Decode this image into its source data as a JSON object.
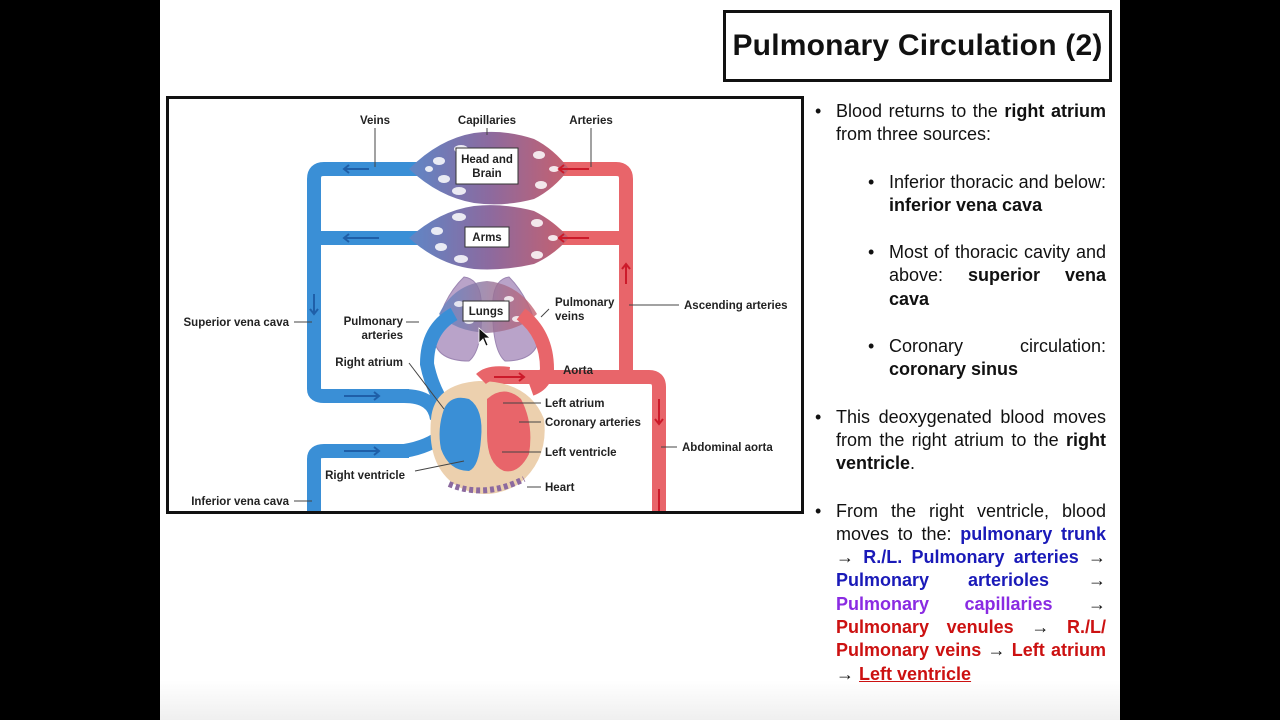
{
  "slide": {
    "title": "Pulmonary Circulation (2)",
    "figure": {
      "labels": {
        "veins": "Veins",
        "capillaries": "Capillaries",
        "arteries": "Arteries",
        "head_and_brain_1": "Head and",
        "head_and_brain_2": "Brain",
        "arms": "Arms",
        "lungs": "Lungs",
        "superior_vena_cava": "Superior vena cava",
        "pulmonary_arteries_1": "Pulmonary",
        "pulmonary_arteries_2": "arteries",
        "pulmonary_veins_1": "Pulmonary",
        "pulmonary_veins_2": "veins",
        "ascending_arteries": "Ascending arteries",
        "right_atrium": "Right atrium",
        "aorta": "Aorta",
        "left_atrium": "Left atrium",
        "coronary_arteries": "Coronary arteries",
        "left_ventricle": "Left ventricle",
        "abdominal_aorta": "Abdominal aorta",
        "right_ventricle": "Right ventricle",
        "heart": "Heart",
        "inferior_vena_cava": "Inferior vena cava"
      },
      "colors": {
        "vein_blue": "#3a8fd6",
        "artery_red": "#e8656a",
        "capillary_purple": "#8a6fa3",
        "lung_lavender": "#b9a3c9",
        "heart_tan": "#ecd0ae"
      }
    },
    "notes": {
      "b1_text1": "Blood returns to the ",
      "b1_bold1": "right atrium",
      "b1_text2": " from three sources:",
      "sub1_text": "Inferior thoracic and below: ",
      "sub1_bold": "inferior vena cava",
      "sub2_text": "Most of thoracic cavity and above: ",
      "sub2_bold": "superior vena cava",
      "sub3_text": "Coronary circulation: ",
      "sub3_bold": "coronary sinus",
      "b2_text1": "This deoxygenated blood moves from the right atrium to the ",
      "b2_bold": "right ventricle",
      "b2_text2": ".",
      "b3_text": "From the right ventricle, blood moves to the: ",
      "chain": {
        "pulmonary_trunk": "pulmonary trunk",
        "rl_pulmonary_arteries": "R./L. Pulmonary arteries",
        "pulmonary_arterioles": "Pulmonary arterioles",
        "pulmonary_capillaries": "Pulmonary capillaries",
        "pulmonary_venules": "Pulmonary venules",
        "rl_pulmonary_veins": "R./L/ Pulmonary veins",
        "left_atrium": "Left atrium",
        "left_ventricle": "Left ventricle",
        "arrow": "→"
      },
      "colors": {
        "deoxygenated": "#1a1ab8",
        "capillary": "#8a2be2",
        "oxygenated": "#cc1111"
      }
    }
  }
}
